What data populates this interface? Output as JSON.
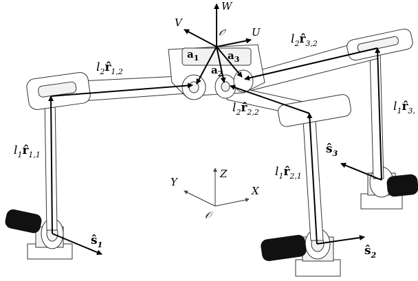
{
  "frames": {
    "moving": {
      "origin": "𝒪′",
      "axes": [
        "U",
        "V",
        "W"
      ]
    },
    "fixed": {
      "origin": "𝒪",
      "axes": [
        "X",
        "Y",
        "Z"
      ]
    }
  },
  "vectors": {
    "a1": "a",
    "a1_sub": "1",
    "a2": "a",
    "a2_sub": "2",
    "a3": "a",
    "a3_sub": "3"
  },
  "links": {
    "r11": {
      "l": "l",
      "lsub": "1",
      "r": "r̂",
      "rsub": "1,1"
    },
    "r12": {
      "l": "l",
      "lsub": "2",
      "r": "r̂",
      "rsub": "1,2"
    },
    "r21": {
      "l": "l",
      "lsub": "1",
      "r": "r̂",
      "rsub": "2,1"
    },
    "r22": {
      "l": "l",
      "lsub": "2",
      "r": "r̂",
      "rsub": "2,2"
    },
    "r31": {
      "l": "l",
      "lsub": "1",
      "r": "r̂",
      "rsub": "3,"
    },
    "r32": {
      "l": "l",
      "lsub": "2",
      "r": "r̂",
      "rsub": "3,2"
    }
  },
  "joints": {
    "s1": {
      "s": "ŝ",
      "sub": "1"
    },
    "s2": {
      "s": "ŝ",
      "sub": "2"
    },
    "s3": {
      "s": "ŝ",
      "sub": "3"
    }
  }
}
